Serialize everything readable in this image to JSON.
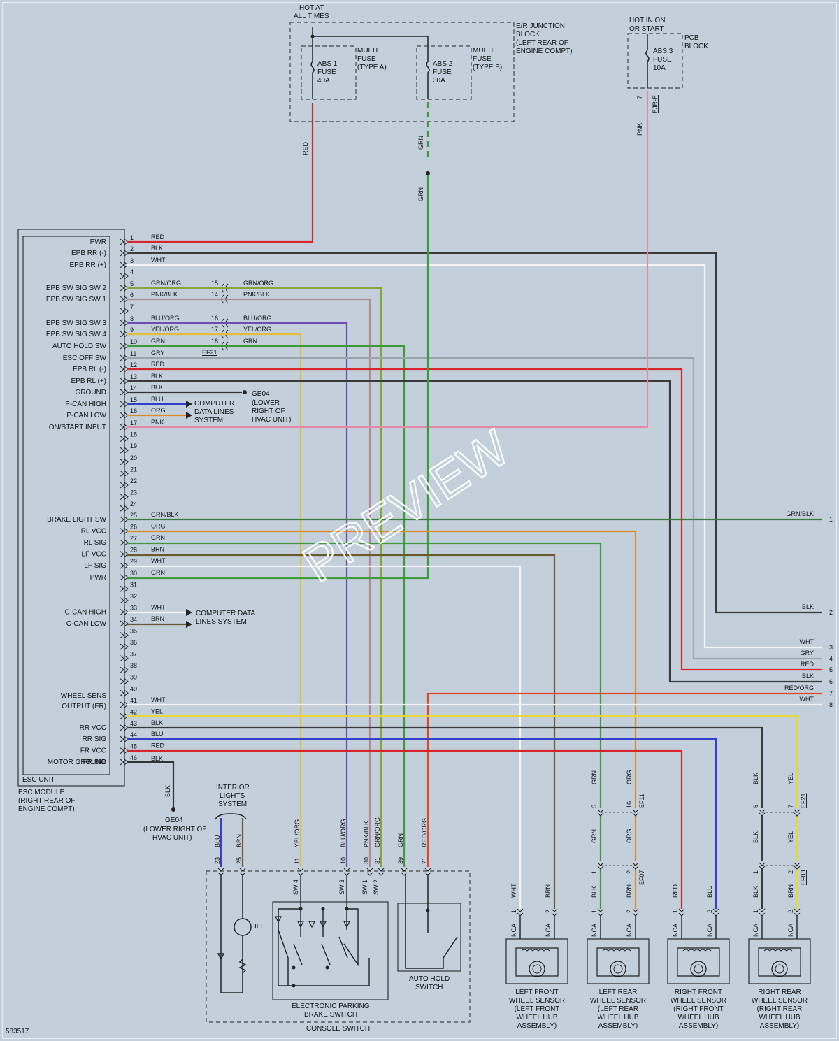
{
  "diagram_id": "583517",
  "watermark": "PREVIEW",
  "colors": {
    "RED": "#d6262b",
    "BLK": "#3a3a3a",
    "WHT": "#f4f4f4",
    "GRY": "#9aa3a8",
    "GRN": "#3e9a3a",
    "YEL": "#e8d73a",
    "BLU": "#3340c8",
    "ORG": "#e08a27",
    "BRN": "#6b5a2e",
    "PNK": "#e58aa6",
    "GRN/ORG": "#86a43a",
    "PNK/BLK": "#b28a96",
    "BLU/ORG": "#6a4fb0",
    "YEL/ORG": "#e2bd3a",
    "GRN/BLK": "#3b7c38",
    "RED/ORG": "#dc4a2c"
  },
  "top": {
    "hot_label": [
      "HOT AT",
      "ALL TIMES"
    ],
    "er_block": [
      "E/R JUNCTION",
      "BLOCK",
      "(LEFT REAR OF",
      "ENGINE COMPT)"
    ],
    "multi_fuse_a": [
      "MULTI",
      "FUSE",
      "(TYPE A)"
    ],
    "multi_fuse_b": [
      "MULTI",
      "FUSE",
      "(TYPE B)"
    ],
    "abs1": [
      "ABS 1",
      "FUSE",
      "40A"
    ],
    "abs2": [
      "ABS 2",
      "FUSE",
      "30A"
    ],
    "hot_on": [
      "HOT IN ON",
      "OR START"
    ],
    "pcb": [
      "PCB",
      "BLOCK"
    ],
    "abs3": [
      "ABS 3",
      "FUSE",
      "10A"
    ],
    "pcb_pin": "7",
    "pcb_conn": "EJR-E",
    "wire_red": "RED",
    "wire_grn_top": "GRN",
    "wire_grn_bottom": "GRN",
    "wire_pnk": "PNK"
  },
  "esc": {
    "module_label": [
      "ESC MODULE",
      "(RIGHT REAR OF",
      "ENGINE COMPT)"
    ],
    "unit_label": "ESC UNIT",
    "pins": [
      {
        "n": "1",
        "sig": "PWR",
        "wire": "RED"
      },
      {
        "n": "2",
        "sig": "EPB RR (-)",
        "wire": "BLK"
      },
      {
        "n": "3",
        "sig": "EPB RR (+)",
        "wire": "WHT"
      },
      {
        "n": "4",
        "sig": "",
        "wire": ""
      },
      {
        "n": "5",
        "sig": "EPB SW SIG SW 2",
        "wire": "GRN/ORG"
      },
      {
        "n": "6",
        "sig": "EPB SW SIG SW 1",
        "wire": "PNK/BLK"
      },
      {
        "n": "7",
        "sig": "",
        "wire": ""
      },
      {
        "n": "8",
        "sig": "EPB SW SIG SW 3",
        "wire": "BLU/ORG"
      },
      {
        "n": "9",
        "sig": "EPB SW SIG SW 4",
        "wire": "YEL/ORG"
      },
      {
        "n": "10",
        "sig": "AUTO HOLD SW",
        "wire": "GRN"
      },
      {
        "n": "11",
        "sig": "ESC OFF SW",
        "wire": "GRY"
      },
      {
        "n": "12",
        "sig": "EPB RL (-)",
        "wire": "RED"
      },
      {
        "n": "13",
        "sig": "EPB RL (+)",
        "wire": "BLK"
      },
      {
        "n": "14",
        "sig": "GROUND",
        "wire": "BLK"
      },
      {
        "n": "15",
        "sig": "P-CAN HIGH",
        "wire": "BLU"
      },
      {
        "n": "16",
        "sig": "P-CAN LOW",
        "wire": "ORG"
      },
      {
        "n": "17",
        "sig": "ON/START INPUT",
        "wire": "PNK"
      },
      {
        "n": "18",
        "sig": "",
        "wire": ""
      },
      {
        "n": "19",
        "sig": "",
        "wire": ""
      },
      {
        "n": "20",
        "sig": "",
        "wire": ""
      },
      {
        "n": "21",
        "sig": "",
        "wire": ""
      },
      {
        "n": "22",
        "sig": "",
        "wire": ""
      },
      {
        "n": "23",
        "sig": "",
        "wire": ""
      },
      {
        "n": "24",
        "sig": "",
        "wire": ""
      },
      {
        "n": "25",
        "sig": "BRAKE LIGHT SW",
        "wire": "GRN/BLK"
      },
      {
        "n": "26",
        "sig": "RL VCC",
        "wire": "ORG"
      },
      {
        "n": "27",
        "sig": "RL SIG",
        "wire": "GRN"
      },
      {
        "n": "28",
        "sig": "LF VCC",
        "wire": "BRN"
      },
      {
        "n": "29",
        "sig": "LF SIG",
        "wire": "WHT"
      },
      {
        "n": "30",
        "sig": "PWR",
        "wire": "GRN"
      },
      {
        "n": "31",
        "sig": "",
        "wire": ""
      },
      {
        "n": "32",
        "sig": "",
        "wire": ""
      },
      {
        "n": "33",
        "sig": "C-CAN HIGH",
        "wire": "WHT"
      },
      {
        "n": "34",
        "sig": "C-CAN LOW",
        "wire": "BRN"
      },
      {
        "n": "35",
        "sig": "",
        "wire": ""
      },
      {
        "n": "36",
        "sig": "",
        "wire": ""
      },
      {
        "n": "37",
        "sig": "",
        "wire": ""
      },
      {
        "n": "38",
        "sig": "",
        "wire": ""
      },
      {
        "n": "39",
        "sig": "",
        "wire": ""
      },
      {
        "n": "40",
        "sig": "",
        "wire": ""
      },
      {
        "n": "41",
        "sig": "WHEEL SENS OUTPUT (FR)",
        "wire": "WHT"
      },
      {
        "n": "42",
        "sig": "",
        "wire": "YEL"
      },
      {
        "n": "43",
        "sig": "RR VCC",
        "wire": "BLK"
      },
      {
        "n": "44",
        "sig": "RR SIG",
        "wire": "BLU"
      },
      {
        "n": "45",
        "sig": "FR VCC",
        "wire": "RED"
      },
      {
        "n": "46",
        "sig": "FR SIG",
        "wire": "BLK"
      }
    ],
    "extra_sig": "MOTOR GROUND",
    "inline": [
      {
        "pin": "15",
        "wire": "GRN/ORG"
      },
      {
        "pin": "14",
        "wire": "PNK/BLK"
      },
      {
        "pin": "16",
        "wire": "BLU/ORG"
      },
      {
        "pin": "17",
        "wire": "YEL/ORG"
      },
      {
        "pin": "18",
        "wire": "GRN"
      }
    ],
    "inline_conn": "EF21",
    "ground_id": "GE04",
    "ground_loc": [
      "(LOWER",
      "RIGHT OF",
      "HVAC UNIT)"
    ],
    "ground2_loc": [
      "(LOWER RIGHT OF",
      "HVAC UNIT)"
    ],
    "ground_wire": "BLK",
    "cdl1": [
      "COMPUTER",
      "DATA LINES",
      "SYSTEM"
    ],
    "cdl2": [
      "COMPUTER DATA",
      "LINES SYSTEM"
    ]
  },
  "right_outputs": [
    {
      "n": "1",
      "wire": "GRN/BLK"
    },
    {
      "n": "2",
      "wire": "BLK"
    },
    {
      "n": "3",
      "wire": "WHT"
    },
    {
      "n": "4",
      "wire": "GRY"
    },
    {
      "n": "5",
      "wire": "RED"
    },
    {
      "n": "6",
      "wire": "BLK"
    },
    {
      "n": "7",
      "wire": "RED/ORG"
    },
    {
      "n": "8",
      "wire": "WHT"
    }
  ],
  "console": {
    "interior": [
      "INTERIOR",
      "LIGHTS",
      "SYSTEM"
    ],
    "pins": [
      {
        "n": "23",
        "wire": "BLU"
      },
      {
        "n": "25",
        "wire": "BRN"
      },
      {
        "n": "11",
        "wire": "YEL/ORG"
      },
      {
        "n": "10",
        "wire": "BLU/ORG"
      },
      {
        "n": "30",
        "wire": "PNK/BLK"
      },
      {
        "n": "31",
        "wire": "GRN/ORG"
      },
      {
        "n": "39",
        "wire": "GRN"
      },
      {
        "n": "21",
        "wire": "RED/ORG"
      }
    ],
    "sw": [
      "SW 4",
      "SW 3",
      "SW 1",
      "SW 2"
    ],
    "ill": "ILL",
    "epb": [
      "ELECTRONIC PARKING",
      "BRAKE SWITCH"
    ],
    "auto_hold": [
      "AUTO HOLD",
      "SWITCH"
    ],
    "console_label": "CONSOLE SWITCH"
  },
  "sensors": [
    {
      "name": [
        "LEFT FRONT",
        "WHEEL SENSOR",
        "(LEFT FRONT",
        "WHEEL HUB",
        "ASSEMBLY)"
      ],
      "w1": "WHT",
      "w2": "BRN"
    },
    {
      "name": [
        "LEFT REAR",
        "WHEEL SENSOR",
        "(LEFT REAR",
        "WHEEL HUB",
        "ASSEMBLY)"
      ],
      "w1": "BLK",
      "w2": "BRN"
    },
    {
      "name": [
        "RIGHT FRONT",
        "WHEEL SENSOR",
        "(RIGHT FRONT",
        "WHEEL HUB",
        "ASSEMBLY)"
      ],
      "w1": "RED",
      "w2": "BLU"
    },
    {
      "name": [
        "RIGHT REAR",
        "WHEEL SENSOR",
        "(RIGHT REAR",
        "WHEEL HUB",
        "ASSEMBLY)"
      ],
      "w1": "BLK",
      "w2": "BRN"
    }
  ],
  "sensor_pins": {
    "p1": "1",
    "p2": "2",
    "nca": "NCA"
  },
  "lr_conn": {
    "top_a": "GRN",
    "top_b": "ORG",
    "pin_a": "5",
    "pin_b": "16",
    "conn_top": "EF11",
    "bot_a": "GRN",
    "bot_b": "ORG",
    "pin_c": "1",
    "pin_d": "2",
    "conn_bot": "EF07"
  },
  "rr_conn": {
    "top_a": "BLK",
    "top_b": "YEL",
    "pin_a": "6",
    "pin_b": "7",
    "conn_top": "EF21",
    "bot_a": "BLK",
    "bot_b": "YEL",
    "pin_c": "1",
    "pin_d": "2",
    "conn_bot": "EF08"
  }
}
